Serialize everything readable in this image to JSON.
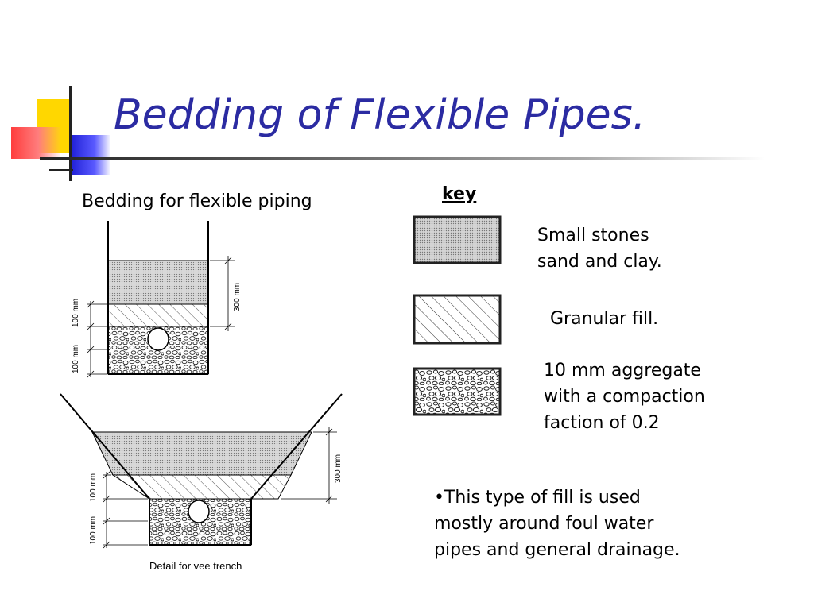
{
  "title": "Bedding of Flexible Pipes.",
  "subtitle": "Bedding for flexible piping",
  "key": {
    "heading": "key",
    "items": [
      {
        "lines": [
          "Small stones",
          "sand and clay."
        ]
      },
      {
        "lines": [
          "Granular fill."
        ]
      },
      {
        "lines": [
          "10 mm aggregate",
          "with a compaction",
          "faction of 0.2"
        ]
      }
    ]
  },
  "note": {
    "bullet": "•",
    "lines": [
      "This type of fill is used",
      "mostly around foul water",
      "pipes and general drainage."
    ]
  },
  "diagram": {
    "dim_300": "300 mm",
    "dim_100": "100 mm",
    "caption": "Detail for vee trench"
  },
  "colors": {
    "title": "#2b2ba2",
    "accent_yellow": "#ffd700",
    "accent_red": "#ff3d3d",
    "accent_blue": "#1f1fd6"
  }
}
